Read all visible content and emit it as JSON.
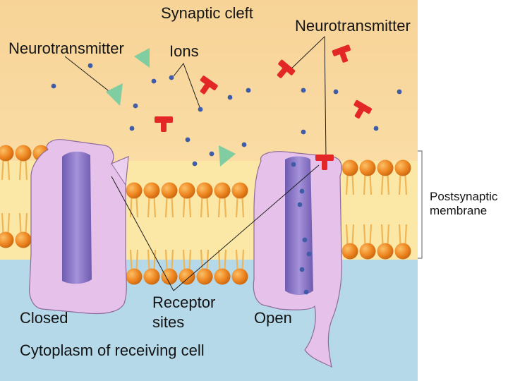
{
  "labels": {
    "synaptic_cleft": "Synaptic cleft",
    "neurotransmitter_left": "Neurotransmitter",
    "ions": "Ions",
    "neurotransmitter_right": "Neurotransmitter",
    "postsynaptic_line1": "Postsynaptic",
    "postsynaptic_line2": "membrane",
    "receptor_line1": "Receptor",
    "receptor_line2": "sites",
    "closed": "Closed",
    "open": "Open",
    "cytoplasm": "Cytoplasm of receiving cell"
  },
  "colors": {
    "cleft_top": "#f8d9a0",
    "cleft_bottom": "#fde9b8",
    "cytoplasm": "#b5d9e9",
    "lipid_head": "#ef8a1e",
    "lipid_tail": "#f3b75a",
    "channel_body": "#e6c2ea",
    "channel_outline": "#8e6a9b",
    "pore": "#8a75c4",
    "ion": "#3f5ca8",
    "neurotransmitter_triangle": "#7fcda0",
    "neurotransmitter_t": "#e32626"
  },
  "states": [
    "Closed",
    "Open"
  ]
}
